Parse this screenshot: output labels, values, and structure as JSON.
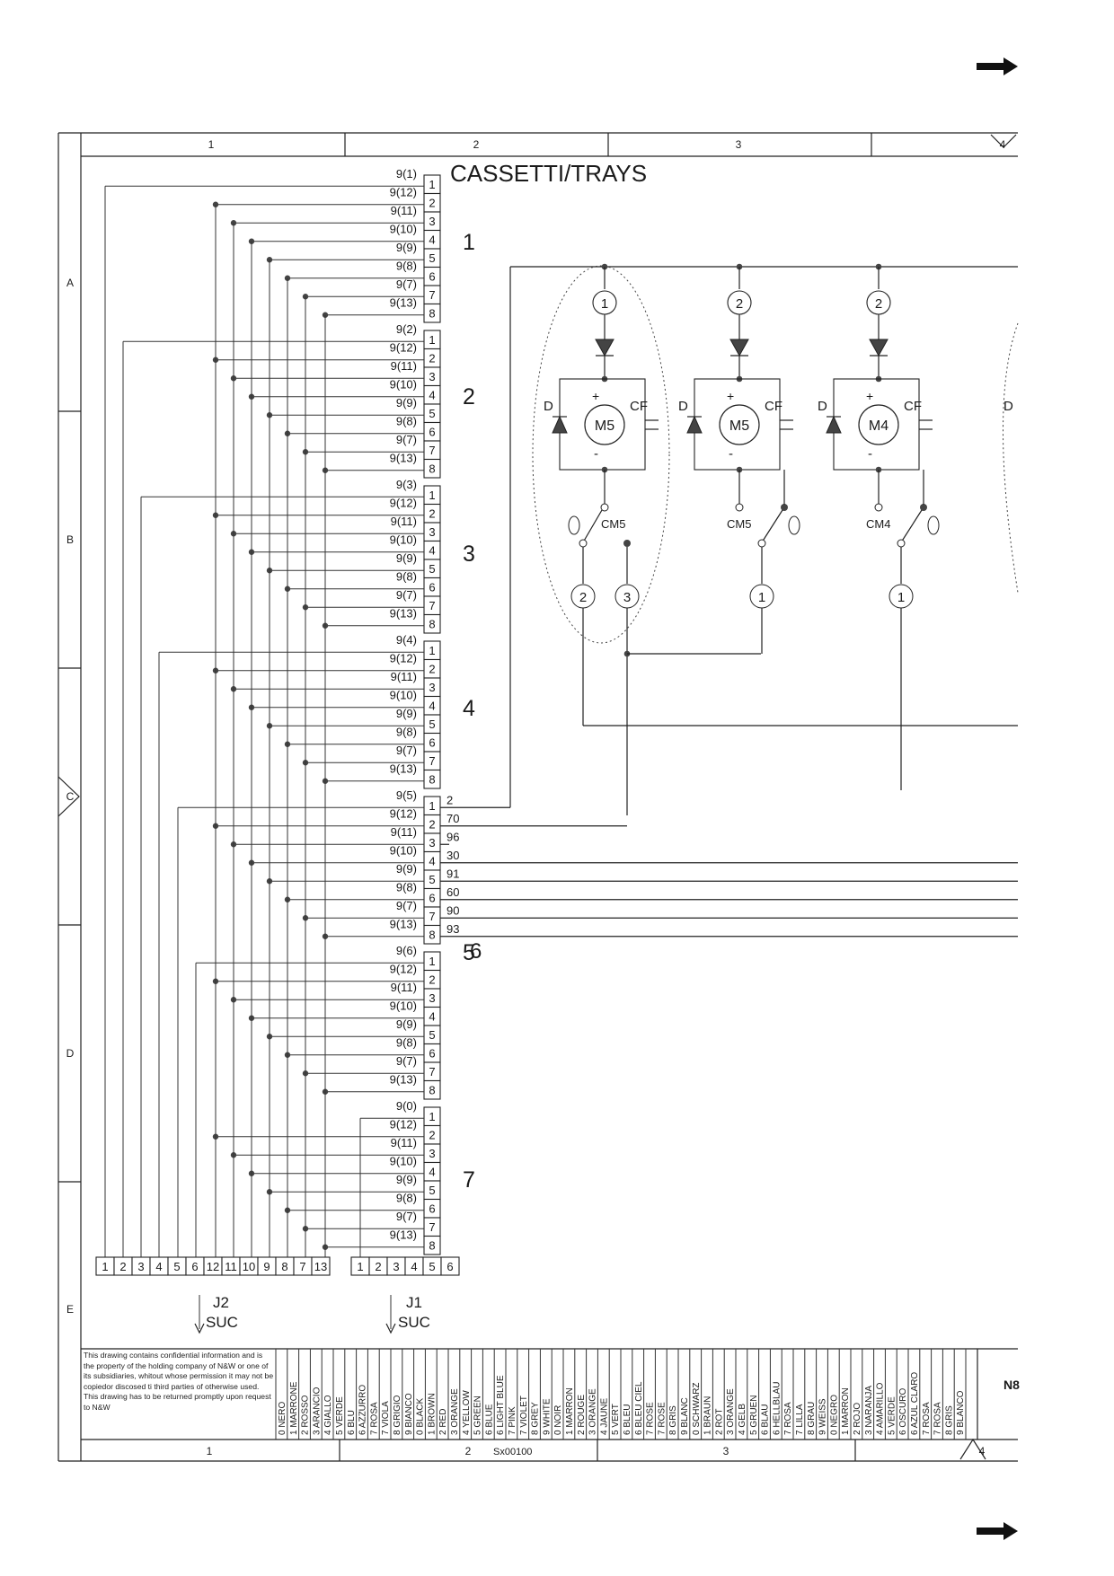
{
  "title": "CASSETTI/TRAYS",
  "columns": [
    "1",
    "2",
    "3",
    "4"
  ],
  "rows": [
    "A",
    "B",
    "C",
    "D",
    "E"
  ],
  "pin_labels": [
    "9(12)",
    "9(11)",
    "9(10)",
    "9(9)",
    "9(8)",
    "9(7)",
    "9(13)"
  ],
  "trays": [
    {
      "number": "1",
      "first_label": "9(1)"
    },
    {
      "number": "2",
      "first_label": "9(2)"
    },
    {
      "number": "3",
      "first_label": "9(3)"
    },
    {
      "number": "4",
      "first_label": "9(4)"
    },
    {
      "number": "",
      "first_label": "9(5)"
    },
    {
      "number": "5",
      "first_label": "9(6)"
    },
    {
      "number": "7",
      "first_label": "9(0)"
    }
  ],
  "tray_number_6": "6",
  "tray5_wires": [
    "2",
    "70",
    "96",
    "30",
    "91",
    "60",
    "90",
    "93"
  ],
  "motors": [
    {
      "callout": "1",
      "motor": "M5",
      "switch": "CM5",
      "out1": "2",
      "out2": "3"
    },
    {
      "callout": "2",
      "motor": "M5",
      "switch": "CM5",
      "out1": "1"
    },
    {
      "callout": "2",
      "motor": "M4",
      "switch": "CM4",
      "out1": "1"
    }
  ],
  "motor_labels": {
    "diode": "D",
    "capacitor": "CF",
    "plus": "+",
    "minus": "-"
  },
  "connectors": {
    "j2_pins": [
      "1",
      "2",
      "3",
      "4",
      "5",
      "6",
      "12",
      "11",
      "10",
      "9",
      "8",
      "7",
      "13"
    ],
    "j2_name": "J2",
    "j2_sub": "SUC",
    "j1_pins": [
      "1",
      "2",
      "3",
      "4",
      "5",
      "6"
    ],
    "j1_name": "J1",
    "j1_sub": "SUC"
  },
  "notice": "This drawing contains confidential information and is the property of the holding company of N&W or one of its subsidiaries, whitout whose permission it may not be copiedor discosed ti third parties of otherwise used. This drawing has to be returned promptly upon request to N&W",
  "color_legend": [
    [
      "0",
      "NERO"
    ],
    [
      "1",
      "MARRONE"
    ],
    [
      "2",
      "ROSSO"
    ],
    [
      "3",
      "ARANCIO"
    ],
    [
      "4",
      "GIALLO"
    ],
    [
      "5",
      "VERDE"
    ],
    [
      "6",
      "BLU"
    ],
    [
      "6",
      "AZZURRO"
    ],
    [
      "7",
      "ROSA"
    ],
    [
      "7",
      "VIOLA"
    ],
    [
      "8",
      "GRIGIO"
    ],
    [
      "9",
      "BIANCO"
    ],
    [
      "0",
      "BLACK"
    ],
    [
      "1",
      "BROWN"
    ],
    [
      "2",
      "RED"
    ],
    [
      "3",
      "ORANGE"
    ],
    [
      "4",
      "YELLOW"
    ],
    [
      "5",
      "GREEN"
    ],
    [
      "6",
      "BLUE"
    ],
    [
      "6",
      "LIGHT BLUE"
    ],
    [
      "7",
      "PINK"
    ],
    [
      "7",
      "VIOLET"
    ],
    [
      "8",
      "GREY"
    ],
    [
      "9",
      "WHITE"
    ],
    [
      "0",
      "NOIR"
    ],
    [
      "1",
      "MARRON"
    ],
    [
      "2",
      "ROUGE"
    ],
    [
      "3",
      "ORANGE"
    ],
    [
      "4",
      "JAUNE"
    ],
    [
      "5",
      "VERT"
    ],
    [
      "6",
      "BLEU"
    ],
    [
      "6",
      "BLEU CIEL"
    ],
    [
      "7",
      "ROSE"
    ],
    [
      "7",
      "ROSE"
    ],
    [
      "8",
      "GRIS"
    ],
    [
      "9",
      "BLANC"
    ],
    [
      "0",
      "SCHWARZ"
    ],
    [
      "1",
      "BRAUN"
    ],
    [
      "2",
      "ROT"
    ],
    [
      "3",
      "ORANGE"
    ],
    [
      "4",
      "GELB"
    ],
    [
      "5",
      "GRUEN"
    ],
    [
      "6",
      "BLAU"
    ],
    [
      "6",
      "HELLBLAU"
    ],
    [
      "7",
      "ROSA"
    ],
    [
      "7",
      "LILLA"
    ],
    [
      "8",
      "GRAU"
    ],
    [
      "9",
      "WEISS"
    ],
    [
      "0",
      "NEGRO"
    ],
    [
      "1",
      "MARRON"
    ],
    [
      "2",
      "ROJO"
    ],
    [
      "3",
      "NARANJA"
    ],
    [
      "4",
      "AMARILLO"
    ],
    [
      "5",
      "VERDE"
    ],
    [
      "6",
      "OSCURO"
    ],
    [
      "6",
      "AZUL CLARO"
    ],
    [
      "7",
      "ROSA"
    ],
    [
      "7",
      "ROSA"
    ],
    [
      "8",
      "GRIS"
    ],
    [
      "9",
      "BLANCO"
    ]
  ],
  "company_short": "N8",
  "drawing_code": "Sx00100",
  "page_arrow": "next-page-arrow-icon"
}
